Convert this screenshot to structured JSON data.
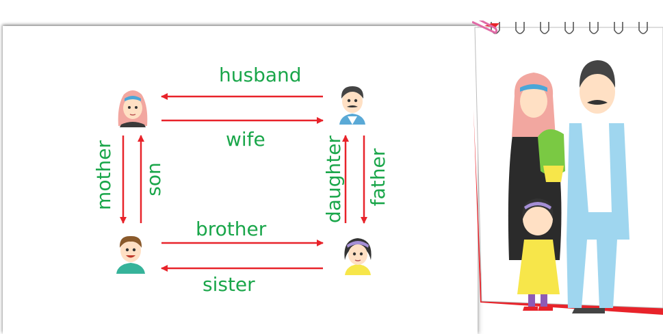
{
  "relations": {
    "husband": "husband",
    "wife": "wife",
    "mother": "mother",
    "son": "son",
    "daughter": "daughter",
    "father": "father",
    "brother": "brother",
    "sister": "sister"
  },
  "colors": {
    "arrow": "#e8232a",
    "label": "#1aa64a",
    "notepad_edge": "#e8232a"
  },
  "icons": [
    "woman-avatar-icon",
    "man-avatar-icon",
    "boy-avatar-icon",
    "girl-avatar-icon",
    "paperclip-icon",
    "family-illustration"
  ]
}
